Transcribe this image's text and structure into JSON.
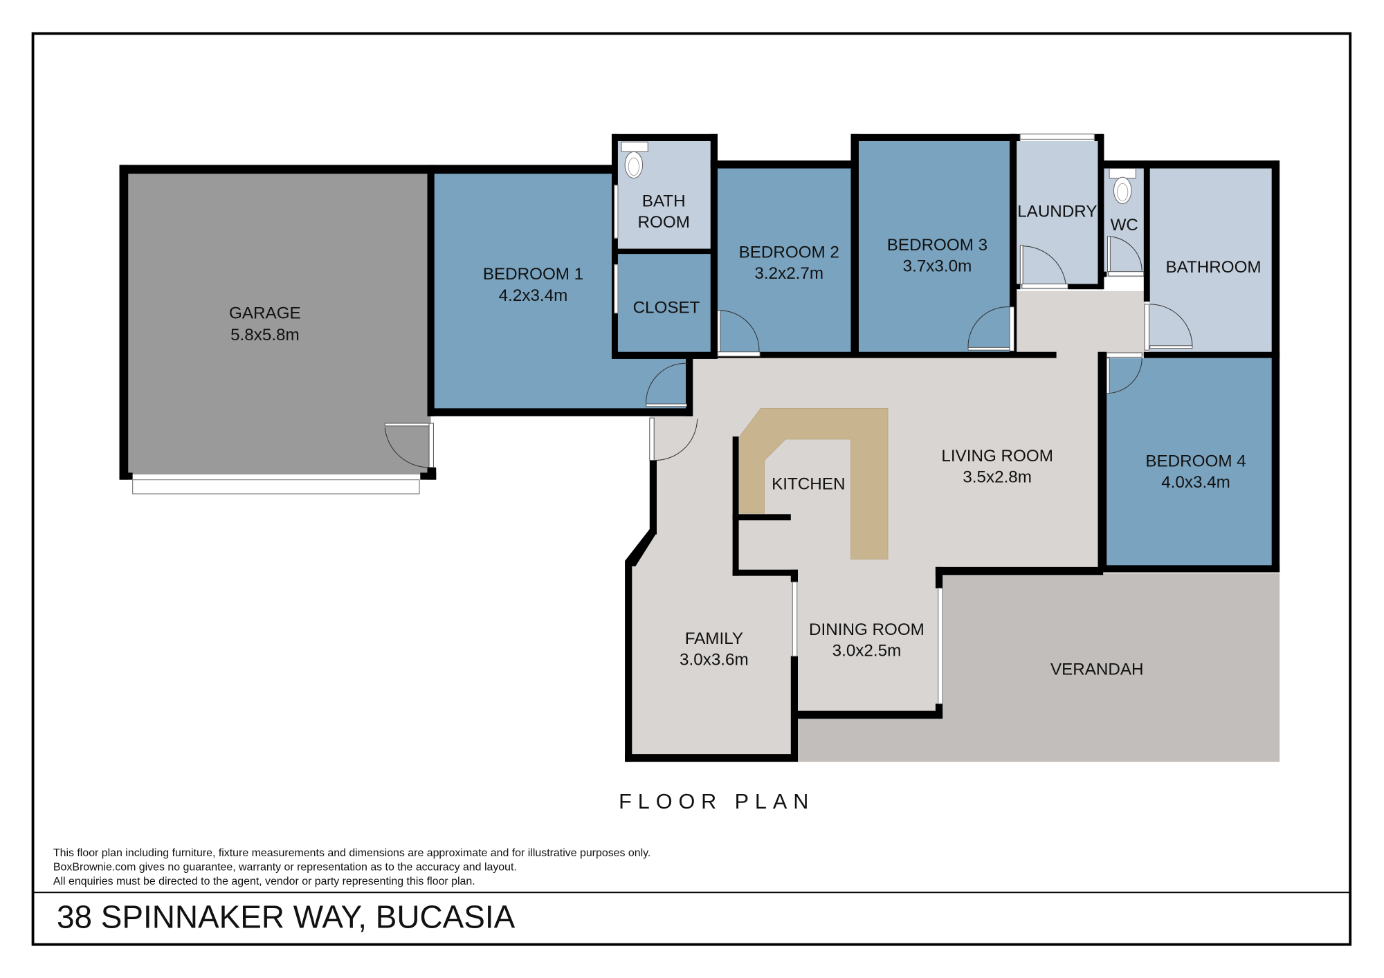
{
  "plan": {
    "title": "FLOOR PLAN",
    "address": "38 SPINNAKER WAY, BUCASIA",
    "disclaimer": [
      "This floor plan including furniture, fixture measurements and dimensions are approximate and for illustrative purposes only.",
      "BoxBrownie.com gives no guarantee, warranty or representation as to the accuracy and layout.",
      "All enquiries must be directed to the agent, vendor or party representing this floor plan."
    ]
  },
  "colors": {
    "garage": "#9a9a9a",
    "bedroom": "#7aa3bf",
    "wet_area": "#c3cfdd",
    "living": "#d9d5d2",
    "verandah": "#c2bebb",
    "bench": "#c8b48f",
    "wall": "#000000"
  },
  "rooms": {
    "garage": {
      "name": "GARAGE",
      "size": "5.8x5.8m"
    },
    "bedroom1": {
      "name": "BEDROOM 1",
      "size": "4.2x3.4m"
    },
    "bathroom_small": {
      "name_line1": "BATH",
      "name_line2": "ROOM"
    },
    "closet": {
      "name": "CLOSET"
    },
    "bedroom2": {
      "name": "BEDROOM 2",
      "size": "3.2x2.7m"
    },
    "bedroom3": {
      "name": "BEDROOM 3",
      "size": "3.7x3.0m"
    },
    "laundry": {
      "name": "LAUNDRY"
    },
    "wc": {
      "name": "WC"
    },
    "bathroom": {
      "name": "BATHROOM"
    },
    "bedroom4": {
      "name": "BEDROOM 4",
      "size": "4.0x3.4m"
    },
    "living": {
      "name": "LIVING ROOM",
      "size": "3.5x2.8m"
    },
    "kitchen": {
      "name": "KITCHEN"
    },
    "dining": {
      "name": "DINING ROOM",
      "size": "3.0x2.5m"
    },
    "family": {
      "name": "FAMILY",
      "size": "3.0x3.6m"
    },
    "verandah": {
      "name": "VERANDAH"
    }
  }
}
